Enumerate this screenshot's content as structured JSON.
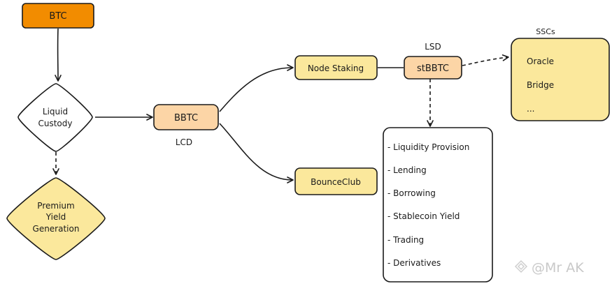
{
  "nodes": {
    "btc": {
      "label": "BTC"
    },
    "custody": {
      "line1": "Liquid",
      "line2": "Custody"
    },
    "premium": {
      "line1": "Premium",
      "line2": "Yield",
      "line3": "Generation"
    },
    "bbtc": {
      "label": "BBTC",
      "caption": "LCD"
    },
    "node_staking": {
      "label": "Node Staking"
    },
    "stbbtc": {
      "label": "stBBTC",
      "caption": "LSD"
    },
    "bounceclub": {
      "label": "BounceClub"
    },
    "sscs": {
      "title": "SSCs",
      "items": [
        "Oracle",
        "Bridge",
        "..."
      ]
    },
    "defi": {
      "items": [
        "- Liquidity Provision",
        "- Lending",
        "- Borrowing",
        "- Stablecoin Yield",
        "- Trading",
        "- Derivatives"
      ]
    }
  },
  "watermark": {
    "text": "@Mr  AK"
  },
  "colors": {
    "orange": "#f28c00",
    "peach": "#fcd5a6",
    "yellow": "#fbe89c",
    "stroke": "#1a1a1a"
  }
}
